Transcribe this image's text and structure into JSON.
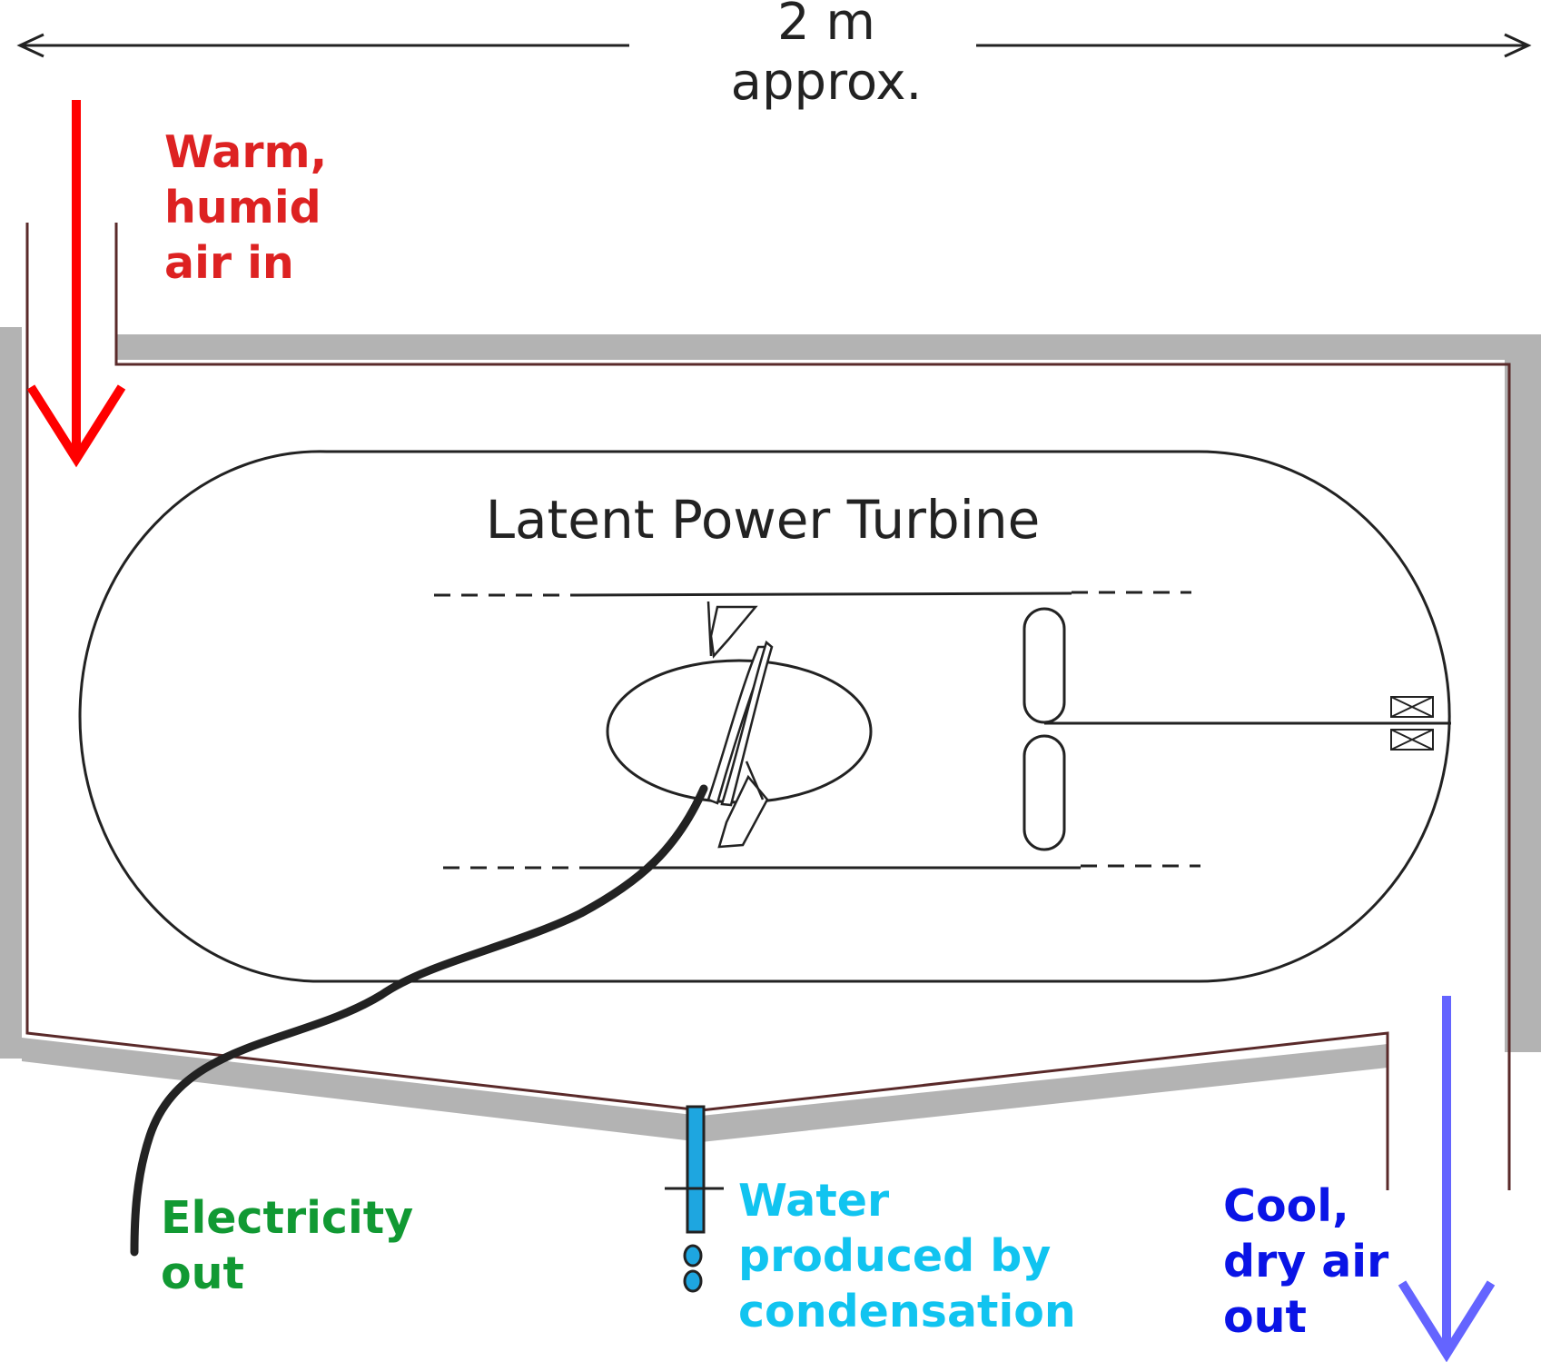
{
  "dimension": {
    "label": "2 m\napprox."
  },
  "turbine": {
    "title": "Latent Power Turbine"
  },
  "labels": {
    "warm_air_in": "Warm,\nhumid\nair in",
    "electricity_out": "Electricity\nout",
    "water_out": "Water\nproduced by\ncondensation",
    "cool_air_out": "Cool,\ndry air\nout"
  },
  "colors": {
    "warm_air": "#ff0000",
    "electricity": "#119933",
    "water": "#11c4f0",
    "cool_air": "#6464ff",
    "cool_text": "#0a14e6",
    "duct_shadow": "#b3b3b3",
    "duct_wall": "#5a2a2a"
  }
}
